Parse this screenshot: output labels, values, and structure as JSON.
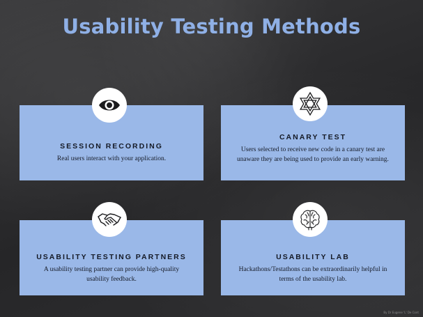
{
  "title": "Usability Testing Methods",
  "cards": [
    {
      "heading": "SESSION RECORDING",
      "body": "Real users interact with your application.",
      "icon": "eye-icon"
    },
    {
      "heading": "CANARY TEST",
      "body": "Users selected to receive new code in a canary test are unaware they are being used to provide an early warning.",
      "icon": "star-outline-icon"
    },
    {
      "heading": "USABILITY TESTING PARTNERS",
      "body": "A usability testing partner can provide high-quality usability feedback.",
      "icon": "handshake-icon"
    },
    {
      "heading": "USABILITY LAB",
      "body": "Hackathons/Testathons can be extraordinarily helpful in terms of the usability lab.",
      "icon": "brain-icon"
    }
  ],
  "colors": {
    "title": "#8fb0e6",
    "card": "#9ab8e8",
    "background": "#2b2b2d",
    "text": "#151a26"
  },
  "credit": "By Dr Eugene 'L' De Cont"
}
